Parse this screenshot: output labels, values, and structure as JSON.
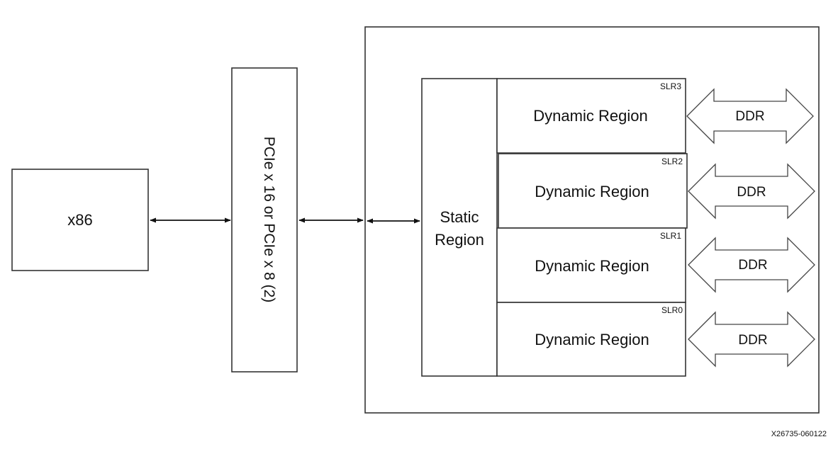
{
  "blocks": {
    "host": "x86",
    "pcie": "PCIe x 16 or PCIe x 8 (2)",
    "static_line1": "Static",
    "static_line2": "Region"
  },
  "slr_rows": [
    {
      "slr": "SLR3",
      "region": "Dynamic Region",
      "memory": "DDR"
    },
    {
      "slr": "SLR2",
      "region": "Dynamic Region",
      "memory": "DDR"
    },
    {
      "slr": "SLR1",
      "region": "Dynamic Region",
      "memory": "DDR"
    },
    {
      "slr": "SLR0",
      "region": "Dynamic Region",
      "memory": "DDR"
    }
  ],
  "figure_id": "X26735-060122"
}
